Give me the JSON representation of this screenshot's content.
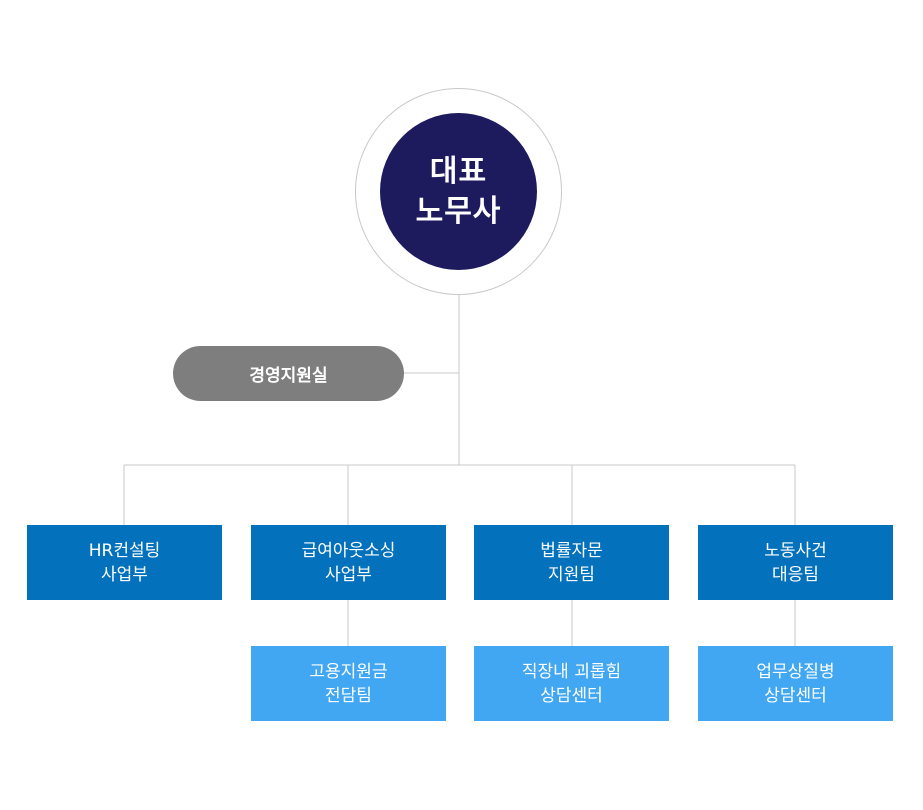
{
  "ceo": {
    "line1": "대표",
    "line2": "노무사"
  },
  "support_office": {
    "label": "경영지원실"
  },
  "departments": [
    {
      "line1": "HR컨설팅",
      "line2": "사업부"
    },
    {
      "line1": "급여아웃소싱",
      "line2": "사업부"
    },
    {
      "line1": "법률자문",
      "line2": "지원팀"
    },
    {
      "line1": "노동사건",
      "line2": "대응팀"
    }
  ],
  "sub_teams": [
    {
      "line1": "고용지원금",
      "line2": "전담팀"
    },
    {
      "line1": "직장내 괴롭힘",
      "line2": "상담센터"
    },
    {
      "line1": "업무상질병",
      "line2": "상담센터"
    }
  ],
  "colors": {
    "ceo": "#1d1a5e",
    "support": "#7e7e7e",
    "department": "#0471bd",
    "sub_team": "#42a7f2",
    "connector": "#c9c9c9"
  }
}
